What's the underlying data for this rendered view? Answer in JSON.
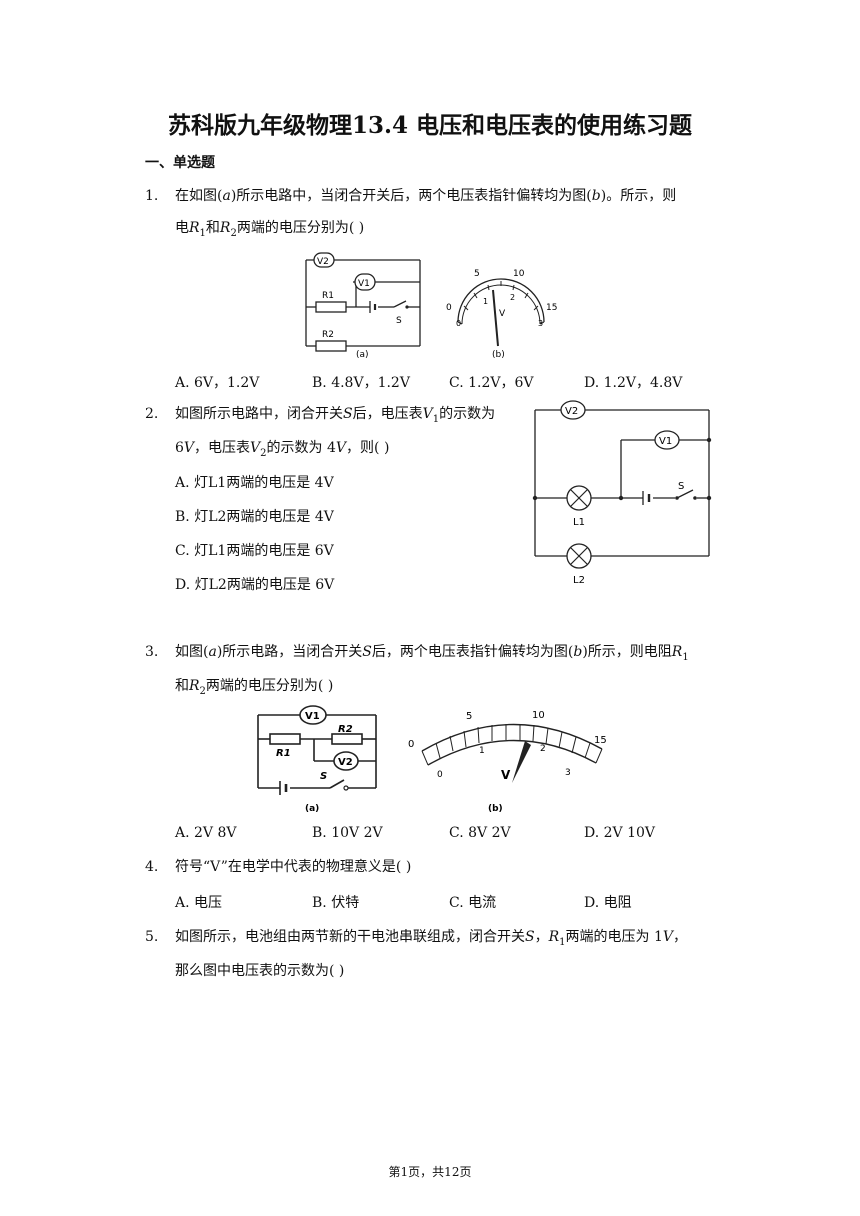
{
  "doc": {
    "title": "苏科版九年级物理13.4 电压和电压表的使用练习题",
    "section": "一、单选题",
    "footer": "第1页，共12页"
  },
  "q1": {
    "num": "1.",
    "l1a": "在如图(",
    "l1b": "a",
    "l1c": ")所示电路中，当闭合开关后，两个电压表指针偏转均为图(",
    "l1d": "b",
    "l1e": ")。所示，则",
    "l2a": "电",
    "l2b": "R",
    "l2c": "1",
    "l2d": "和",
    "l2e": "R",
    "l2f": "2",
    "l2g": "两端的电压分别为(    )",
    "options": [
      "A. 6V，1.2V",
      "B. 4.8V，1.2V",
      "C. 1.2V，6V",
      "D. 1.2V，4.8V"
    ],
    "fig": {
      "v2": "V2",
      "v1": "V1",
      "r1": "R1",
      "r2": "R2",
      "s": "S",
      "a": "(a)",
      "b": "(b)",
      "scale_top": [
        "5",
        "10",
        "15"
      ],
      "scale_bot": [
        "0",
        "1",
        "2",
        "3"
      ],
      "zero_top": "0",
      "meter": "V"
    }
  },
  "q2": {
    "num": "2.",
    "l1a": "如图所示电路中，闭合开关",
    "l1b": "S",
    "l1c": "后，电压表",
    "l1d": "V",
    "l1e": "1",
    "l1f": "的示数为",
    "l2a": "6",
    "l2b": "V",
    "l2c": "，电压表",
    "l2d": "V",
    "l2e": "2",
    "l2f": "的示数为 4",
    "l2g": "V",
    "l2h": "，则(    )",
    "options": [
      "A.  灯L1两端的电压是 4V",
      "B.  灯L2两端的电压是 4V",
      "C.  灯L1两端的电压是 6V",
      "D.  灯L2两端的电压是 6V"
    ],
    "fig": {
      "v2": "V2",
      "v1": "V1",
      "s": "S",
      "l1": "L1",
      "l2": "L2"
    }
  },
  "q3": {
    "num": "3.",
    "l1a": "如图(",
    "l1b": "a",
    "l1c": ")所示电路，当闭合开关",
    "l1d": "S",
    "l1e": "后，两个电压表指针偏转均为图(",
    "l1f": "b",
    "l1g": ")所示，则电阻",
    "l1h": "R",
    "l1i": "1",
    "l2a": "和",
    "l2b": "R",
    "l2c": "2",
    "l2d": "两端的电压分别为(    )",
    "options": [
      "A. 2V  8V",
      "B. 10V  2V",
      "C. 8V  2V",
      "D. 2V  10V"
    ],
    "fig": {
      "v1": "V1",
      "v2": "V2",
      "r1": "R1",
      "r2": "R2",
      "s": "S",
      "a": "(a)",
      "b": "(b)",
      "scale_top": [
        "0",
        "5",
        "10",
        "15"
      ],
      "scale_bot": [
        "0",
        "1",
        "2",
        "3"
      ],
      "meter": "V"
    }
  },
  "q4": {
    "num": "4.",
    "text": "符号“V”在电学中代表的物理意义是(    )",
    "options": [
      "A.  电压",
      "B.  伏特",
      "C.  电流",
      "D.  电阻"
    ]
  },
  "q5": {
    "num": "5.",
    "l1a": "如图所示，电池组由两节新的干电池串联组成，闭合开关",
    "l1b": "S",
    "l1c": "，",
    "l1d": "R",
    "l1e": "1",
    "l1f": "两端的电压为 1",
    "l1g": "V",
    "l1h": "，",
    "l2": "那么图中电压表的示数为(    )"
  }
}
